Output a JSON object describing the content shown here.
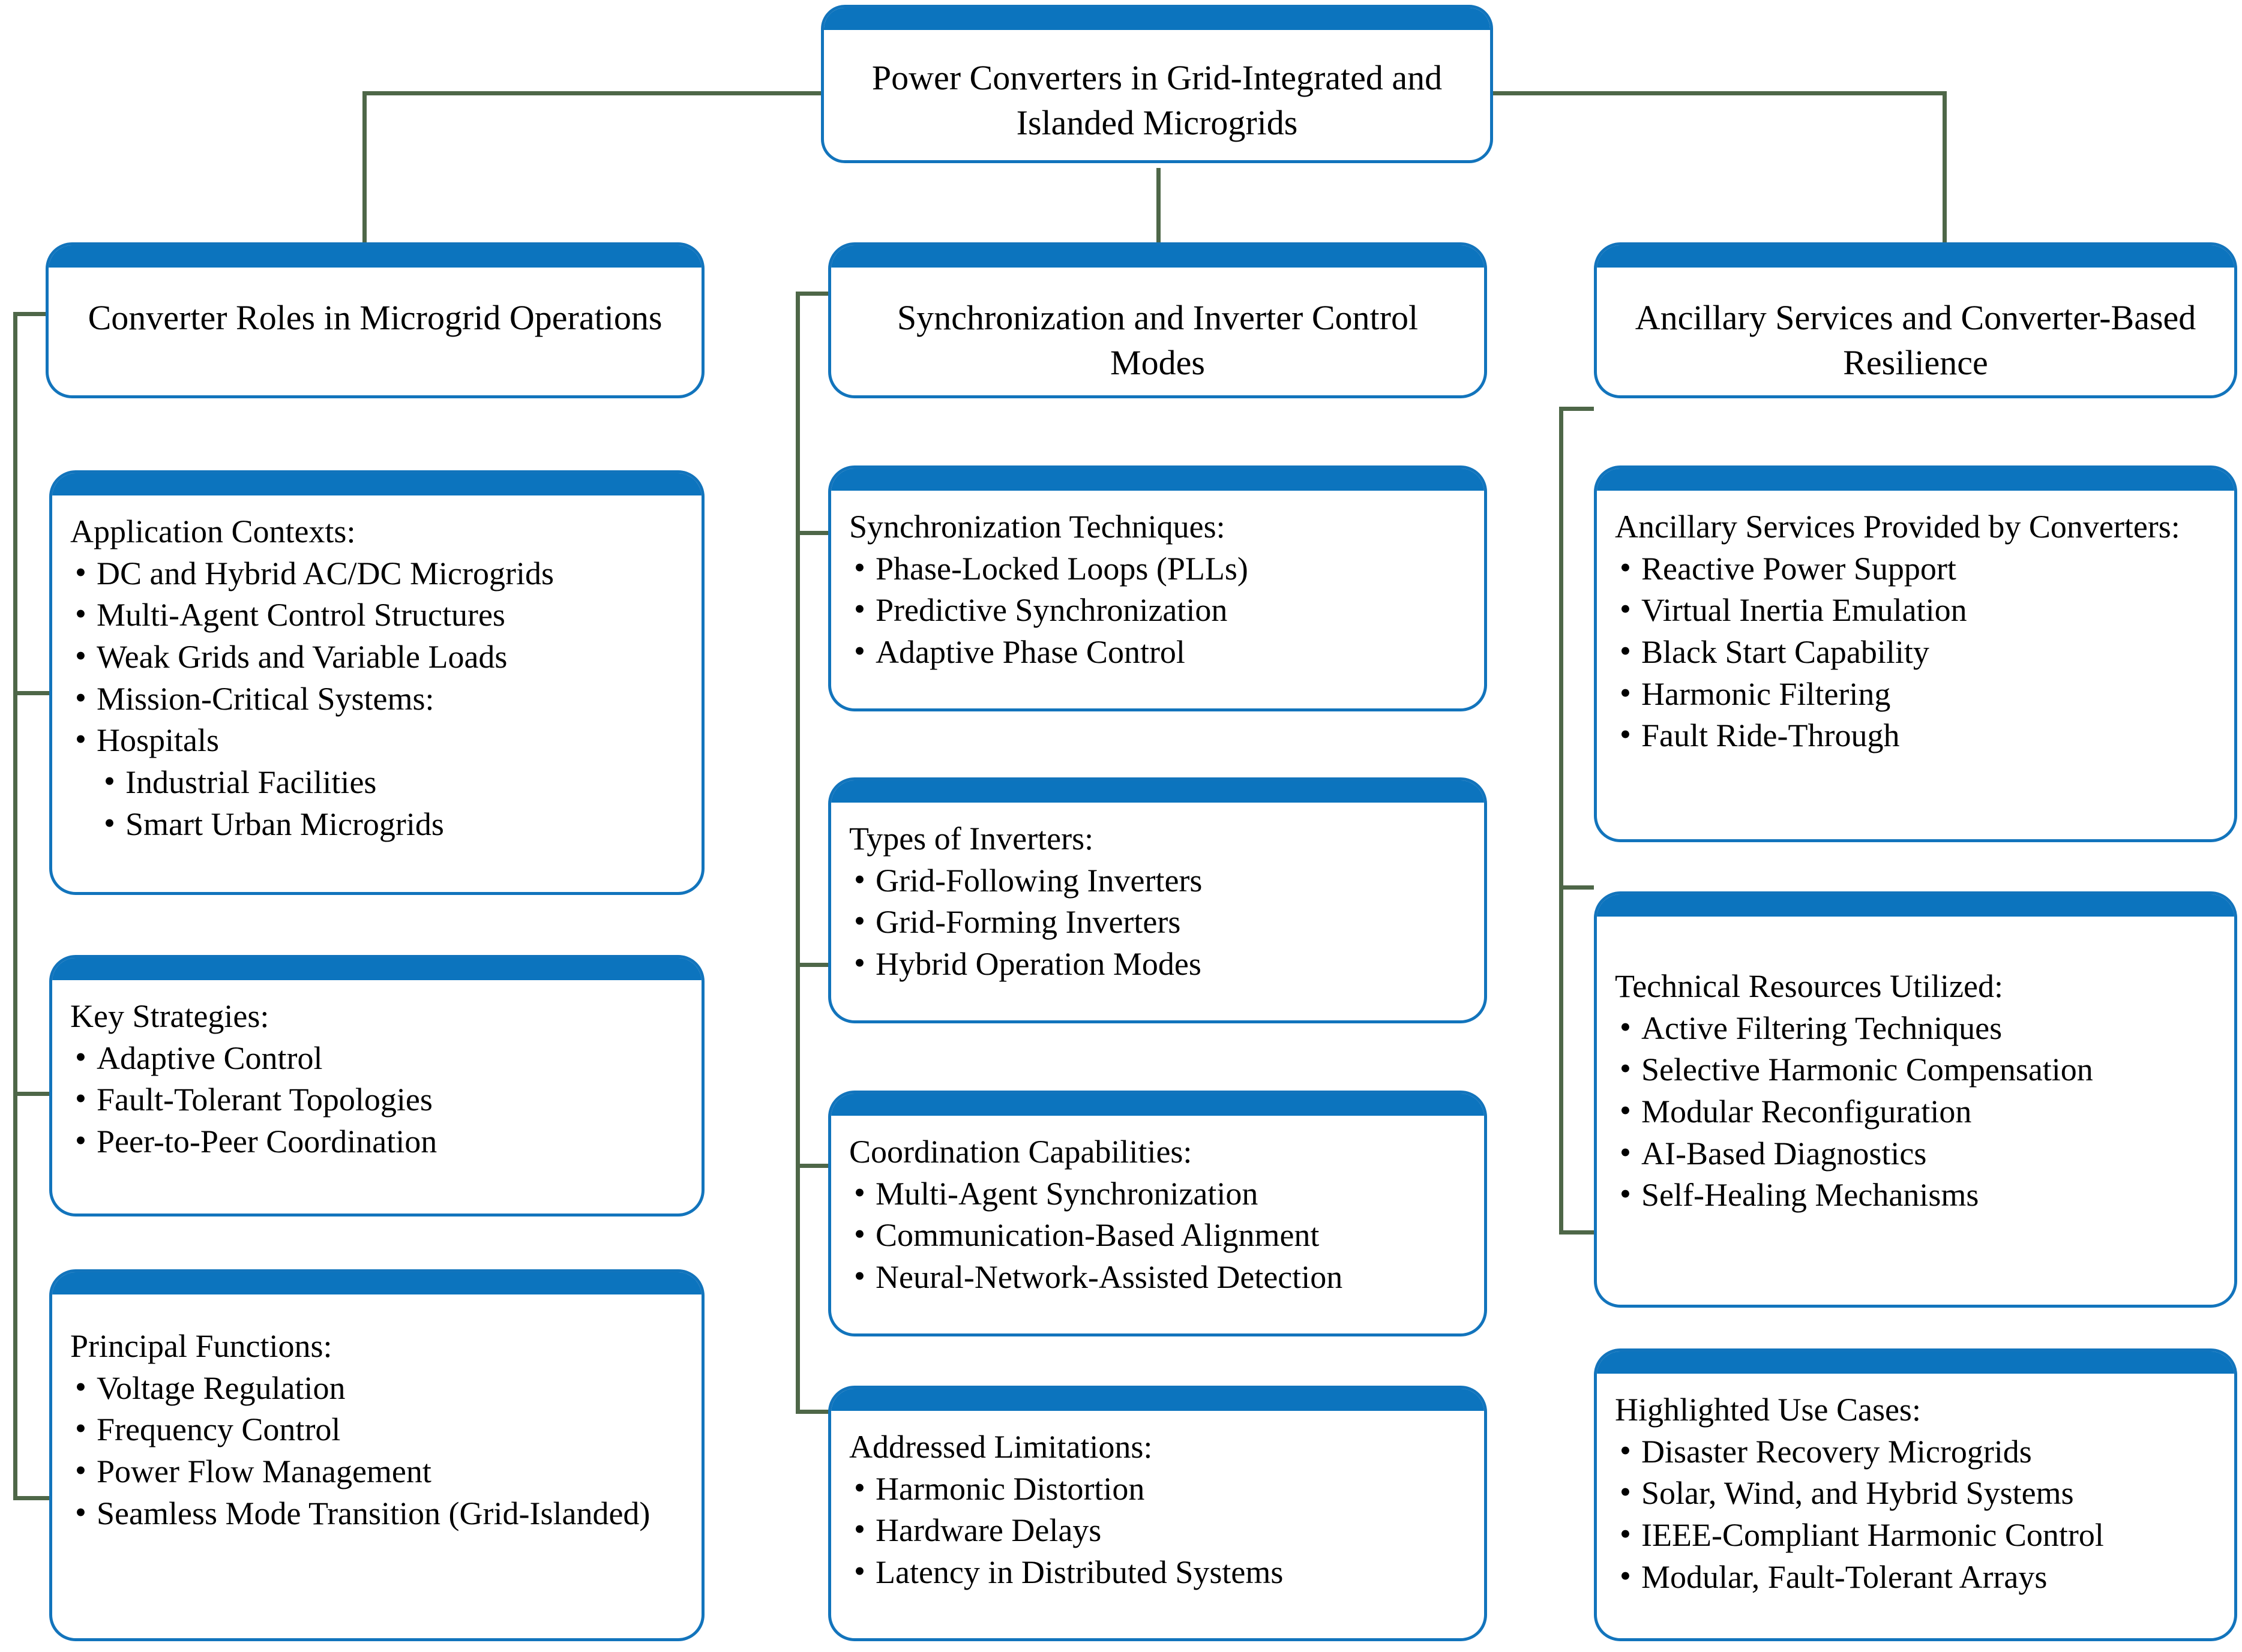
{
  "colors": {
    "box_border": "#1274bc",
    "box_cap": "#0c74be",
    "connector": "#4e6748",
    "text": "#000000",
    "background": "#ffffff"
  },
  "root": {
    "title": "Power Converters in Grid-Integrated and Islanded Microgrids"
  },
  "columns": [
    {
      "id": "converter-roles",
      "header": "Converter Roles in Microgrid Operations",
      "cards": [
        {
          "id": "application-contexts",
          "lead": "Application Contexts:",
          "items": [
            {
              "text": "DC and Hybrid AC/DC Microgrids",
              "level": 1
            },
            {
              "text": "Multi-Agent Control Structures",
              "level": 1
            },
            {
              "text": "Weak Grids and Variable Loads",
              "level": 1
            },
            {
              "text": "Mission-Critical Systems:",
              "level": 1
            },
            {
              "text": "Hospitals",
              "level": 1
            },
            {
              "text": "Industrial Facilities",
              "level": 2
            },
            {
              "text": "Smart Urban Microgrids",
              "level": 2
            }
          ]
        },
        {
          "id": "key-strategies",
          "lead": "Key Strategies:",
          "items": [
            {
              "text": "Adaptive Control",
              "level": 1
            },
            {
              "text": "Fault-Tolerant Topologies",
              "level": 1
            },
            {
              "text": "Peer-to-Peer Coordination",
              "level": 1
            }
          ]
        },
        {
          "id": "principal-functions",
          "lead": "Principal Functions:",
          "items": [
            {
              "text": "Voltage Regulation",
              "level": 1
            },
            {
              "text": "Frequency Control",
              "level": 1
            },
            {
              "text": "Power Flow Management",
              "level": 1
            },
            {
              "text": "Seamless Mode Transition (Grid-Islanded)",
              "level": 1
            }
          ]
        }
      ]
    },
    {
      "id": "synchronization-control",
      "header": "Synchronization and Inverter Control Modes",
      "cards": [
        {
          "id": "synchronization-techniques",
          "lead": "Synchronization Techniques:",
          "items": [
            {
              "text": "Phase-Locked Loops (PLLs)",
              "level": 1
            },
            {
              "text": "Predictive Synchronization",
              "level": 1
            },
            {
              "text": "Adaptive Phase Control",
              "level": 1
            }
          ]
        },
        {
          "id": "types-of-inverters",
          "lead": "Types of Inverters:",
          "items": [
            {
              "text": "Grid-Following Inverters",
              "level": 1
            },
            {
              "text": "Grid-Forming Inverters",
              "level": 1
            },
            {
              "text": "Hybrid Operation Modes",
              "level": 1
            }
          ]
        },
        {
          "id": "coordination-capabilities",
          "lead": "Coordination Capabilities:",
          "items": [
            {
              "text": "Multi-Agent Synchronization",
              "level": 1
            },
            {
              "text": "Communication-Based Alignment",
              "level": 1
            },
            {
              "text": "Neural-Network-Assisted Detection",
              "level": 1
            }
          ]
        },
        {
          "id": "addressed-limitations",
          "lead": "Addressed Limitations:",
          "items": [
            {
              "text": "Harmonic Distortion",
              "level": 1
            },
            {
              "text": "Hardware Delays",
              "level": 1
            },
            {
              "text": "Latency in Distributed Systems",
              "level": 1
            }
          ]
        }
      ]
    },
    {
      "id": "ancillary-resilience",
      "header": "Ancillary Services and Converter-Based Resilience",
      "cards": [
        {
          "id": "ancillary-services-provided",
          "lead": "Ancillary Services Provided by Converters:",
          "items": [
            {
              "text": "Reactive Power Support",
              "level": 1
            },
            {
              "text": "Virtual Inertia Emulation",
              "level": 1
            },
            {
              "text": "Black Start Capability",
              "level": 1
            },
            {
              "text": "Harmonic Filtering",
              "level": 1
            },
            {
              "text": "Fault Ride-Through",
              "level": 1
            }
          ]
        },
        {
          "id": "technical-resources-utilized",
          "lead": "Technical Resources Utilized:",
          "items": [
            {
              "text": "Active Filtering Techniques",
              "level": 1
            },
            {
              "text": "Selective Harmonic Compensation",
              "level": 1
            },
            {
              "text": "Modular Reconfiguration",
              "level": 1
            },
            {
              "text": "AI-Based Diagnostics",
              "level": 1
            },
            {
              "text": "Self-Healing Mechanisms",
              "level": 1
            }
          ]
        },
        {
          "id": "highlighted-use-cases",
          "lead": "Highlighted Use Cases:",
          "items": [
            {
              "text": "Disaster Recovery Microgrids",
              "level": 1
            },
            {
              "text": "Solar, Wind, and Hybrid Systems",
              "level": 1
            },
            {
              "text": "IEEE-Compliant Harmonic Control",
              "level": 1
            },
            {
              "text": "Modular, Fault-Tolerant Arrays",
              "level": 1
            }
          ]
        }
      ]
    }
  ]
}
